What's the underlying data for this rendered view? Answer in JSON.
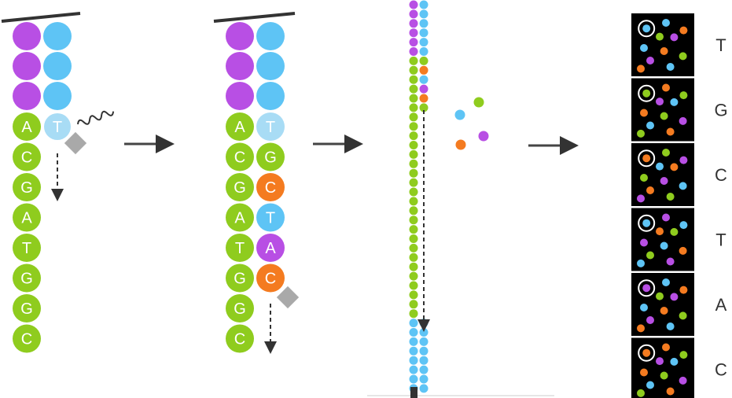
{
  "colors": {
    "purple": "#b84fe4",
    "blue": "#5ec4f5",
    "light_blue": "#a8dcf5",
    "green": "#8fcc1e",
    "orange": "#f47b20",
    "gray": "#a9a9a9",
    "dark": "#333333",
    "panel": "#000000",
    "white": "#ffffff"
  },
  "step1": {
    "primer_rows": 3,
    "template": [
      "A",
      "C",
      "G",
      "A",
      "T",
      "G",
      "G",
      "C"
    ],
    "incoming": "T"
  },
  "step2": {
    "primer_rows": 3,
    "template": [
      "A",
      "C",
      "G",
      "A",
      "T",
      "G",
      "G",
      "C"
    ],
    "synthesized": [
      "T",
      "G",
      "C",
      "T",
      "A",
      "C"
    ],
    "synth_colors": [
      "blue",
      "green",
      "orange",
      "blue",
      "purple",
      "orange"
    ]
  },
  "step3": {
    "free_bases": [
      "green",
      "blue",
      "orange",
      "purple"
    ]
  },
  "step4": {
    "calls": [
      "T",
      "G",
      "C",
      "T",
      "A",
      "C"
    ],
    "called_colors": [
      "blue",
      "green",
      "orange",
      "blue",
      "purple",
      "orange"
    ]
  }
}
